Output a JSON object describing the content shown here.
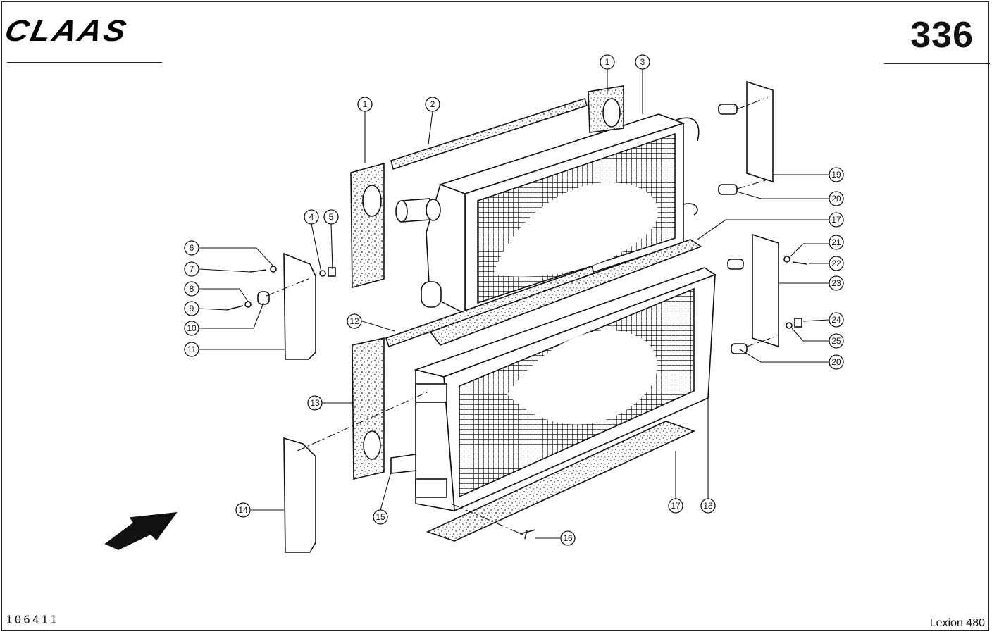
{
  "header": {
    "brand": "CLAAS",
    "page_number": "336"
  },
  "footer": {
    "drawing_number": "106411",
    "model": "Lexion 480"
  },
  "callouts": [
    {
      "id": "c1a",
      "label": "1"
    },
    {
      "id": "c2",
      "label": "2"
    },
    {
      "id": "c1b",
      "label": "1"
    },
    {
      "id": "c3",
      "label": "3"
    },
    {
      "id": "c4",
      "label": "4"
    },
    {
      "id": "c5",
      "label": "5"
    },
    {
      "id": "c6",
      "label": "6"
    },
    {
      "id": "c7",
      "label": "7"
    },
    {
      "id": "c8",
      "label": "8"
    },
    {
      "id": "c9",
      "label": "9"
    },
    {
      "id": "c10",
      "label": "10"
    },
    {
      "id": "c11",
      "label": "11"
    },
    {
      "id": "c12",
      "label": "12"
    },
    {
      "id": "c13",
      "label": "13"
    },
    {
      "id": "c14",
      "label": "14"
    },
    {
      "id": "c15",
      "label": "15"
    },
    {
      "id": "c16",
      "label": "16"
    },
    {
      "id": "c17a",
      "label": "17"
    },
    {
      "id": "c17b",
      "label": "17"
    },
    {
      "id": "c18",
      "label": "18"
    },
    {
      "id": "c19",
      "label": "19"
    },
    {
      "id": "c20a",
      "label": "20"
    },
    {
      "id": "c20b",
      "label": "20"
    },
    {
      "id": "c21",
      "label": "21"
    },
    {
      "id": "c22",
      "label": "22"
    },
    {
      "id": "c23",
      "label": "23"
    },
    {
      "id": "c24",
      "label": "24"
    },
    {
      "id": "c25",
      "label": "25"
    }
  ]
}
